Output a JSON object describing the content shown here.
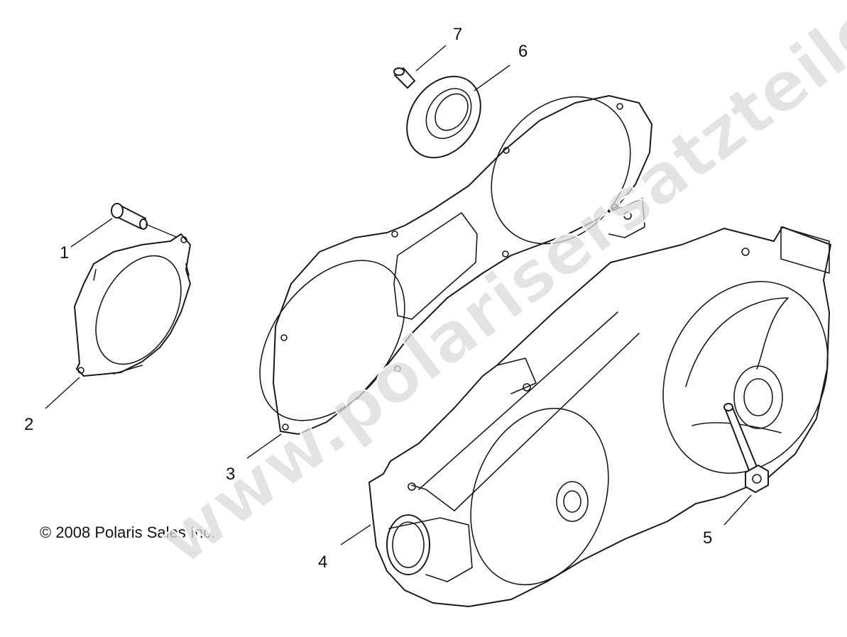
{
  "callouts": {
    "c1": "1",
    "c2": "2",
    "c3": "3",
    "c4": "4",
    "c5": "5",
    "c6": "6",
    "c7": "7"
  },
  "copyright": "© 2008 Polaris Sales Inc.",
  "watermark": "www.polarisersatzteile.de",
  "colors": {
    "line": "#1a1a1a",
    "watermark": "#d9d9d9",
    "background": "#ffffff"
  }
}
